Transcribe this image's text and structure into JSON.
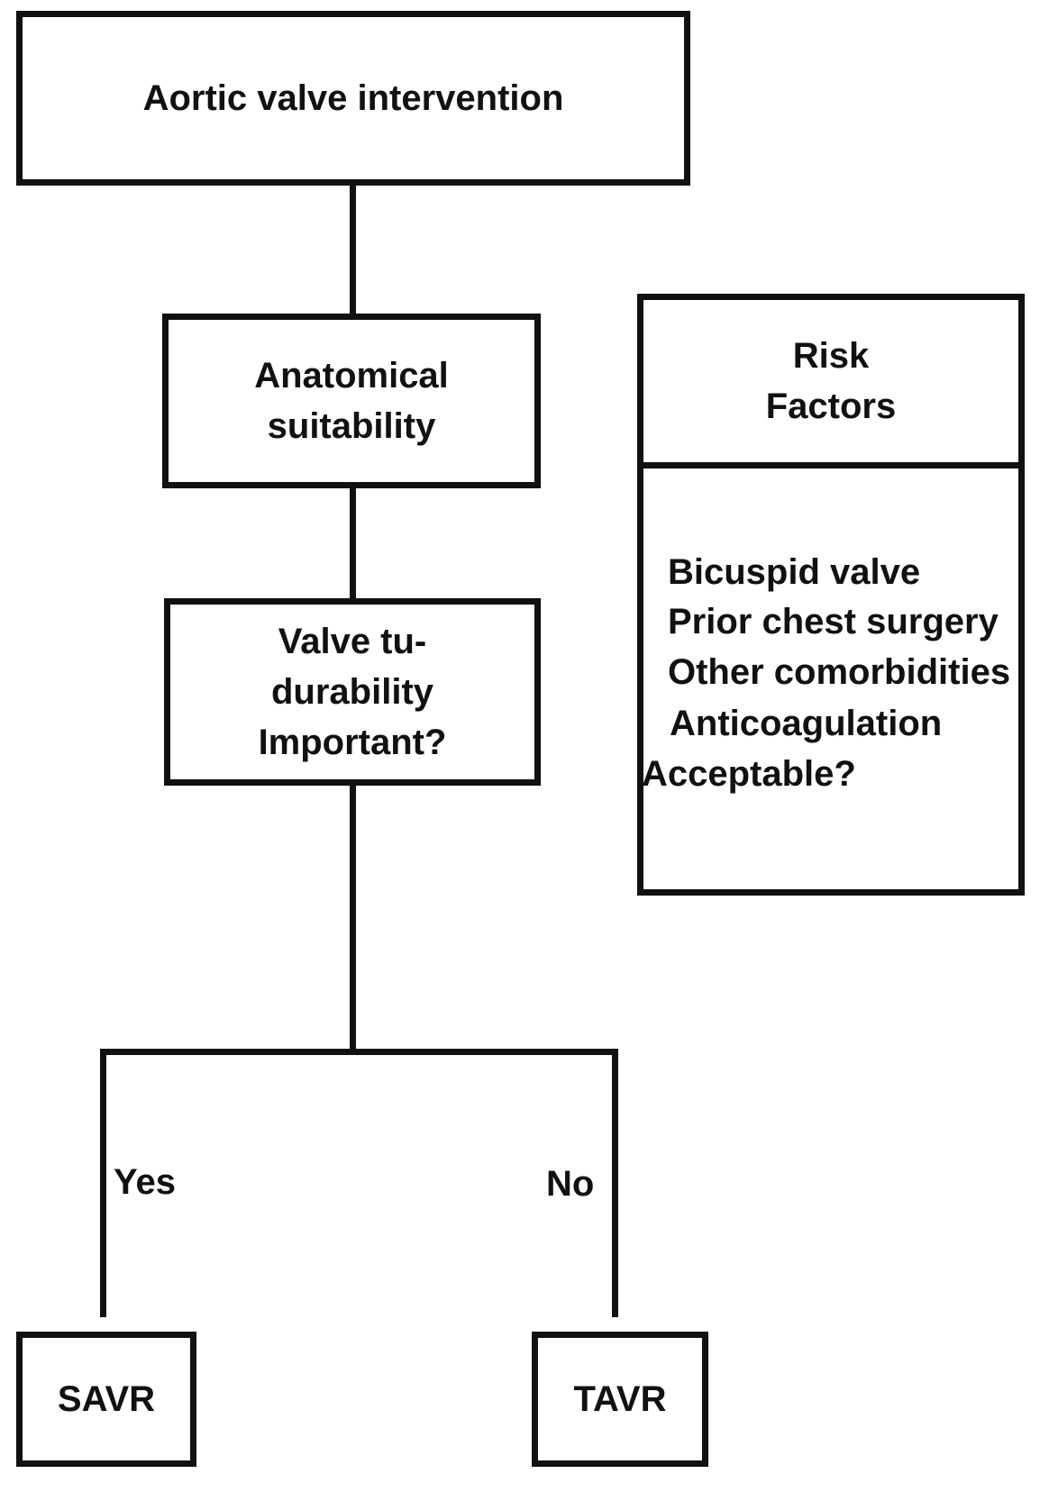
{
  "boxes": {
    "aortic": "Aortic valve intervention",
    "anatomical": [
      "Anatomical",
      "suitability"
    ],
    "durability": [
      "Valve tu-",
      "durability",
      "Important?"
    ],
    "savr": "SAVR",
    "tavr": "TAVR"
  },
  "risk_factors": {
    "header": [
      "Risk",
      "Factors"
    ],
    "items": [
      "Bicuspid valve",
      "Prior chest surgery",
      "Other comorbidities",
      "Anticoagulation",
      "Acceptable?"
    ]
  },
  "branch_labels": {
    "yes": "Yes",
    "no": "No"
  }
}
